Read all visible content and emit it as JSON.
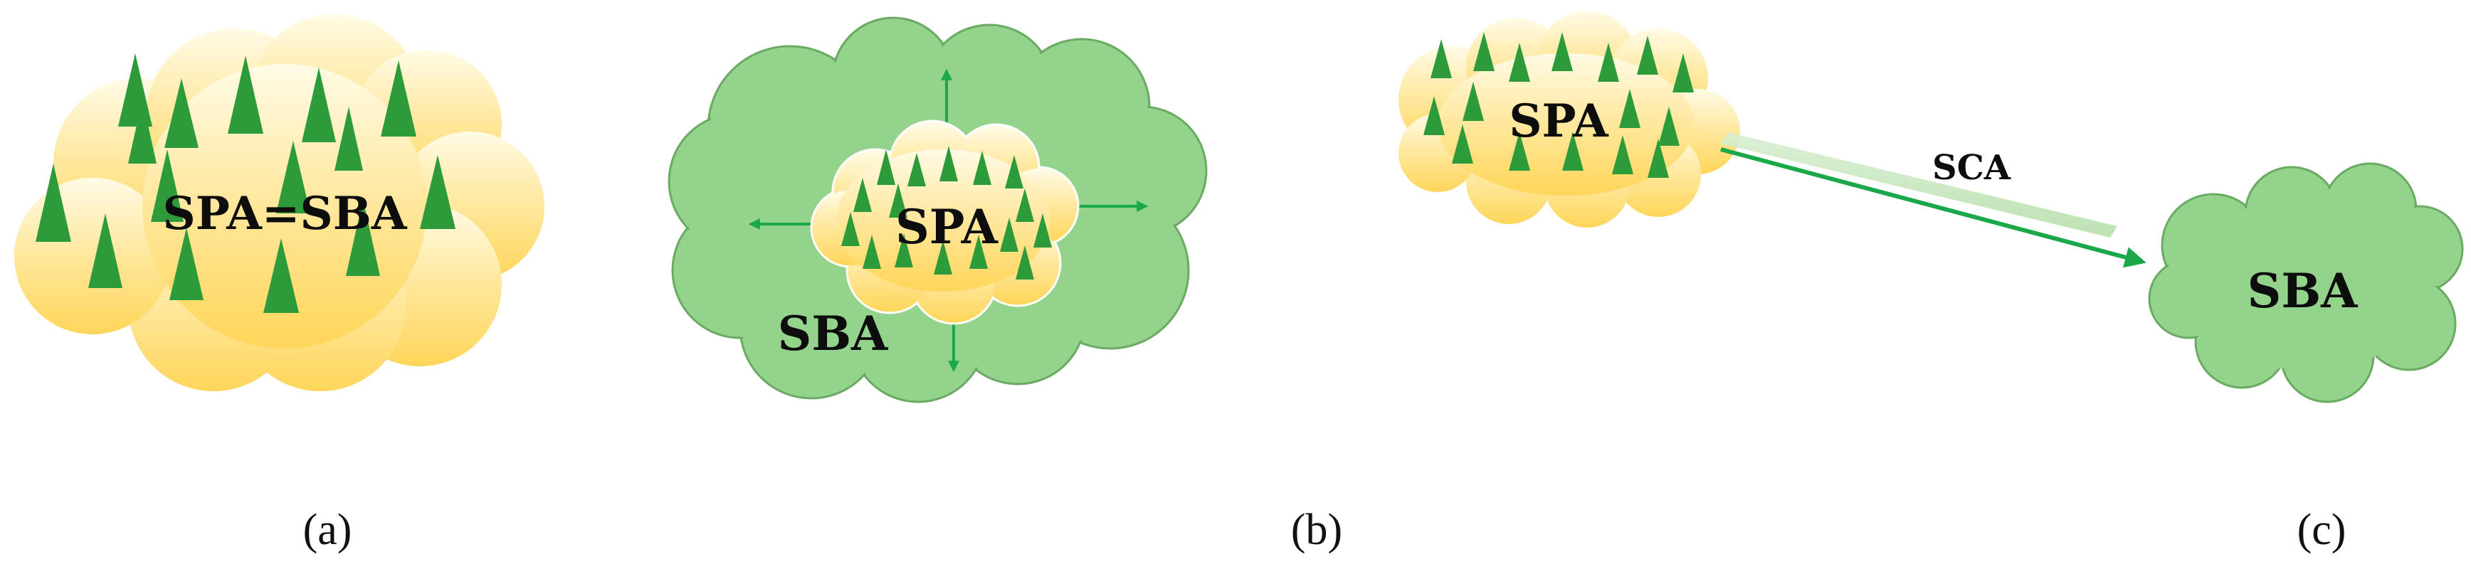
{
  "colors": {
    "yellow_top": "#fffbe6",
    "yellow_mid": "#ffe79a",
    "yellow_bottom": "#ffd75a",
    "green_cloud": "#94d38b",
    "green_cloud_edge": "#6aaa62",
    "tree": "#2d9b3a",
    "arrow": "#1aa84a",
    "band": "#c9e8c0"
  },
  "panels": {
    "a": {
      "caption": "(a)",
      "label": "SPA=SBA"
    },
    "b": {
      "caption": "(b)",
      "spa_label": "SPA",
      "sba_label": "SBA"
    },
    "c": {
      "caption": "(c)",
      "spa_label": "SPA",
      "sba_label": "SBA",
      "corridor_label": "SCA"
    }
  }
}
